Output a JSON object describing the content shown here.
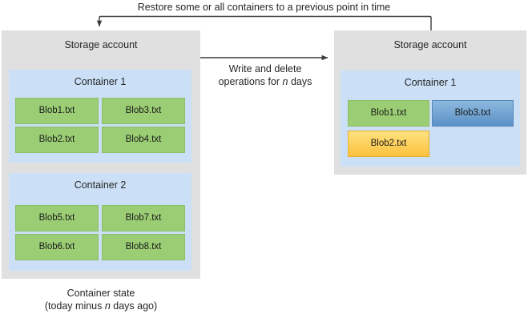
{
  "diagram": {
    "top_label": "Restore some or all containers to a previous point in time",
    "middle_label_line1": "Write and delete",
    "middle_label_line2_pre": "operations for ",
    "middle_label_line2_em": "n",
    "middle_label_line2_post": " days",
    "bottom_caption_line1": "Container state",
    "bottom_caption_line2_pre": "(today minus ",
    "bottom_caption_line2_em": "n",
    "bottom_caption_line2_post": " days ago)"
  },
  "colors": {
    "storage_box": "#E0E0E0",
    "container_box": "#CBE0F7",
    "blob_green": "#9BCE74",
    "blob_blue": "#5B91C6",
    "blob_yellow": "#FBC13E",
    "arrow": "#3B3B3B",
    "text": "#262626",
    "page_background": "#FFFFFF"
  },
  "source_account": {
    "title": "Storage account",
    "containers": [
      {
        "title": "Container 1",
        "blobs": [
          {
            "label": "Blob1.txt",
            "state": "green"
          },
          {
            "label": "Blob3.txt",
            "state": "green"
          },
          {
            "label": "Blob2.txt",
            "state": "green"
          },
          {
            "label": "Blob4.txt",
            "state": "green"
          }
        ]
      },
      {
        "title": "Container 2",
        "blobs": [
          {
            "label": "Blob5.txt",
            "state": "green"
          },
          {
            "label": "Blob7.txt",
            "state": "green"
          },
          {
            "label": "Blob6.txt",
            "state": "green"
          },
          {
            "label": "Blob8.txt",
            "state": "green"
          }
        ]
      }
    ]
  },
  "target_account": {
    "title": "Storage account",
    "containers": [
      {
        "title": "Container 1",
        "blobs": [
          {
            "label": "Blob1.txt",
            "state": "green"
          },
          {
            "label": "Blob3.txt",
            "state": "blue"
          },
          {
            "label": "Blob2.txt",
            "state": "yellow"
          }
        ]
      }
    ]
  }
}
